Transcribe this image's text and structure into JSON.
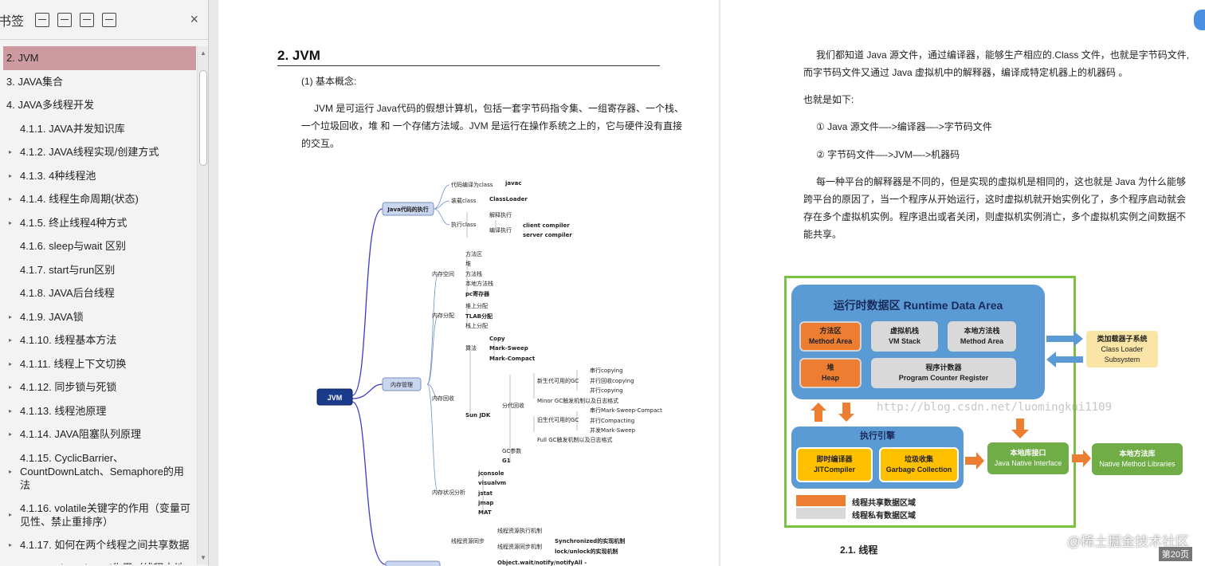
{
  "sidebar": {
    "title": "书签",
    "close": "×",
    "items": [
      {
        "label": "2. JVM",
        "level": 1,
        "active": true,
        "caret": false
      },
      {
        "label": "3. JAVA集合",
        "level": 1,
        "active": false,
        "caret": false
      },
      {
        "label": "4. JAVA多线程开发",
        "level": 1,
        "active": false,
        "caret": false
      },
      {
        "label": "4.1.1. JAVA并发知识库",
        "level": 2,
        "caret": false
      },
      {
        "label": "4.1.2. JAVA线程实现/创建方式",
        "level": 2,
        "caret": true
      },
      {
        "label": "4.1.3. 4种线程池",
        "level": 2,
        "caret": true
      },
      {
        "label": "4.1.4. 线程生命周期(状态)",
        "level": 2,
        "caret": true
      },
      {
        "label": "4.1.5. 终止线程4种方式",
        "level": 2,
        "caret": true
      },
      {
        "label": "4.1.6. sleep与wait 区别",
        "level": 2,
        "caret": false
      },
      {
        "label": "4.1.7. start与run区别",
        "level": 2,
        "caret": false
      },
      {
        "label": "4.1.8. JAVA后台线程",
        "level": 2,
        "caret": false
      },
      {
        "label": "4.1.9. JAVA锁",
        "level": 2,
        "caret": true
      },
      {
        "label": "4.1.10. 线程基本方法",
        "level": 2,
        "caret": true
      },
      {
        "label": "4.1.11. 线程上下文切换",
        "level": 2,
        "caret": true
      },
      {
        "label": "4.1.12. 同步锁与死锁",
        "level": 2,
        "caret": true
      },
      {
        "label": "4.1.13. 线程池原理",
        "level": 2,
        "caret": true
      },
      {
        "label": "4.1.14. JAVA阻塞队列原理",
        "level": 2,
        "caret": true
      },
      {
        "label": "4.1.15. CyclicBarrier、CountDownLatch、Semaphore的用法",
        "level": 2,
        "caret": true
      },
      {
        "label": "4.1.16. volatile关键字的作用（变量可见性、禁止重排序）",
        "level": 2,
        "caret": true
      },
      {
        "label": "4.1.17. 如何在两个线程之间共享数据",
        "level": 2,
        "caret": true
      },
      {
        "label": "4.1.18. ThreadLocal作用（线程本地",
        "level": 2,
        "caret": false
      }
    ]
  },
  "left_page": {
    "heading": "2. JVM",
    "sub": "(1) 基本概念:",
    "para1": "JVM 是可运行 Java代码的假想计算机，包括一套字节码指令集、一组寄存器、一个栈、",
    "para2": "一个垃圾回收，堆 和 一个存储方法域。JVM 是运行在操作系统之上的，它与硬件没有直接",
    "para3": "的交互。"
  },
  "mindmap": {
    "root": "JVM",
    "n1": "Java代码的执行",
    "n1a": "代码编译为class",
    "n1a1": "javac",
    "n1b": "装载class",
    "n1b1": "ClassLoader",
    "n1c": "执行class",
    "n1c1": "解释执行",
    "n1c2": "编译执行",
    "n1c2a": "client compiler",
    "n1c2b": "server compiler",
    "n2": "内存管理",
    "n2a": "内存空间",
    "n2a1": "方法区",
    "n2a2": "堆",
    "n2a3": "方法栈",
    "n2a4": "本地方法栈",
    "n2a5": "pc寄存器",
    "n2b": "内存分配",
    "n2b1": "堆上分配",
    "n2b2": "TLAB分配",
    "n2b3": "栈上分配",
    "n2c": "内存回收",
    "n2c1": "算法",
    "n2c1a": "Copy",
    "n2c1b": "Mark-Sweep",
    "n2c1c": "Mark-Compact",
    "n2c2": "Sun JDK",
    "n2c2a": "分代回收",
    "n2c2a1": "新生代可用的GC",
    "n2c2a1a": "串行copying",
    "n2c2a1b": "并行回收copying",
    "n2c2a1c": "并行copying",
    "n2c2a2": "Minor GC触发机制以及日志格式",
    "n2c2a3": "旧生代可用的GC",
    "n2c2a3a": "串行Mark-Sweep-Compact",
    "n2c2a3b": "并行Compacting",
    "n2c2a3c": "并发Mark-Sweep",
    "n2c2a4": "Full GC触发机制以及日志格式",
    "n2c2b": "GC参数",
    "n2c2c": "G1",
    "n2d": "内存状况分析",
    "n2d1": "jconsole",
    "n2d2": "visualvm",
    "n2d3": "jstat",
    "n2d4": "jmap",
    "n2d5": "MAT",
    "n3a": "线程资源同步",
    "n3a1": "线程资源执行机制",
    "n3a2": "线程资源同步机制",
    "n3a2a": "Synchronized的实现机制",
    "n3a2b": "lock/unlock的实现机制",
    "n3b": "Object.wait/notify/notifyAll -"
  },
  "right_page": {
    "para1": "我们都知道 Java 源文件，通过编译器，能够生产相应的.Class 文件，也就是字节码文件,",
    "para2": "而字节码文件又通过 Java 虚拟机中的解释器，编译成特定机器上的机器码 。",
    "para3": "也就是如下:",
    "item1": "① Java 源文件—->编译器—->字节码文件",
    "item2": "② 字节码文件—->JVM—->机器码",
    "para4": "每一种平台的解释器是不同的，但是实现的虚拟机是相同的，这也就是 Java 为什么能够",
    "para5": "跨平台的原因了，当一个程序从开始运行，这时虚拟机就开始实例化了，多个程序启动就会",
    "para6": "存在多个虚拟机实例。程序退出或者关闭，则虚拟机实例消亡，多个虚拟机实例之间数据不",
    "para7": "能共享。",
    "section": "2.1. 线程",
    "page_number": "第20页",
    "site_watermark": "@稀土掘金技术社区"
  },
  "diagram": {
    "title": "运行时数据区 Runtime Data Area",
    "method_area": [
      "方法区",
      "Method Area"
    ],
    "vm_stack": [
      "虚拟机栈",
      "VM Stack"
    ],
    "native_stack": [
      "本地方法栈",
      "Method Area"
    ],
    "heap": [
      "堆",
      "Heap"
    ],
    "pc": [
      "程序计数器",
      "Program Counter Register"
    ],
    "classloader": [
      "类加载器子系统",
      "Class Loader Subsystem"
    ],
    "engine": "执行引擎",
    "jit": [
      "即时编译器",
      "JITCompiler"
    ],
    "gc": [
      "垃圾收集",
      "Garbage Collection"
    ],
    "jni": [
      "本地库接口",
      "Java Native Interface"
    ],
    "nml": [
      "本地方法库",
      "Native Method Libraries"
    ],
    "legend_shared": "线程共享数据区域",
    "legend_private": "线程私有数据区域",
    "watermark": "http://blog.csdn.net/luomingkui1109",
    "colors": {
      "blue": "#5b9bd5",
      "orange": "#ed7d31",
      "gray": "#d9d9d9",
      "yellow": "#ffc000",
      "green": "#70ad47",
      "peach": "#fbe5a6"
    }
  }
}
